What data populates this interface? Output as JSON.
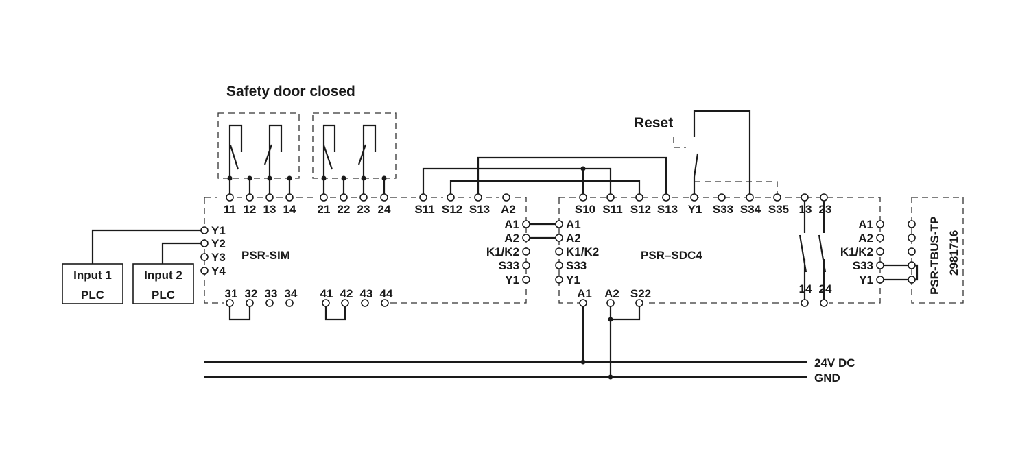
{
  "title": "Safety door closed",
  "reset_label": "Reset",
  "modules": {
    "sim": {
      "name": "PSR-SIM",
      "inputs": [
        "Y1",
        "Y2",
        "Y3",
        "Y4"
      ],
      "top_terminals": [
        "11",
        "12",
        "13",
        "14",
        "21",
        "22",
        "23",
        "24"
      ],
      "bottom_terminals": [
        "31",
        "32",
        "33",
        "34",
        "41",
        "42",
        "43",
        "44"
      ],
      "top_right_terminals": [
        "S11",
        "S12",
        "S13",
        "A2"
      ],
      "side_terminals": [
        "A1",
        "A2",
        "K1/K2",
        "S33",
        "Y1"
      ]
    },
    "sdc": {
      "name": "PSR–SDC4",
      "top_terminals": [
        "S10",
        "S11",
        "S12",
        "S13",
        "Y1",
        "S33",
        "S34",
        "S35",
        "13",
        "23"
      ],
      "left_terminals": [
        "A1",
        "A2",
        "K1/K2",
        "S33",
        "Y1"
      ],
      "bottom_terminals": [
        "A1",
        "A2",
        "S22"
      ],
      "contact_bottom": [
        "14",
        "24"
      ],
      "right_terminals": [
        "A1",
        "A2",
        "K1/K2",
        "S33",
        "Y1"
      ]
    },
    "tbus": {
      "name": "PSR-TBUS-TP",
      "part_number": "2981716"
    }
  },
  "plc_boxes": [
    {
      "line1": "Input 1",
      "line2": "PLC"
    },
    {
      "line1": "Input 2",
      "line2": "PLC"
    }
  ],
  "rails": {
    "supply": "24V DC",
    "ground": "GND"
  }
}
